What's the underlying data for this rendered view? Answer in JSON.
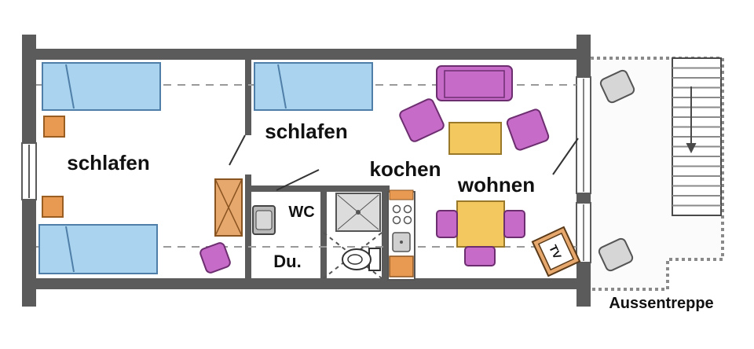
{
  "rooms": {
    "bedroom_left": "schlafen",
    "bedroom_center": "schlafen",
    "kitchen": "kochen",
    "living": "wohnen",
    "wc": "WC",
    "shower": "Du.",
    "tv": "TV",
    "stairs": "Aussentreppe"
  },
  "colors": {
    "wall": "#5b5b5b",
    "bed": "#a9d3ee",
    "bed_outline": "#4f7fa8",
    "furniture_purple": "#c66bc8",
    "purple_outline": "#6d2e70",
    "table_yellow": "#f3c85e",
    "table_outline": "#9a7a2a",
    "orange": "#e89a52",
    "cabinet": "#e7a86e",
    "sink_gray": "#b8b8b8",
    "stair_gray": "#c9c9c9",
    "dashed_line": "#9a9a9a"
  }
}
